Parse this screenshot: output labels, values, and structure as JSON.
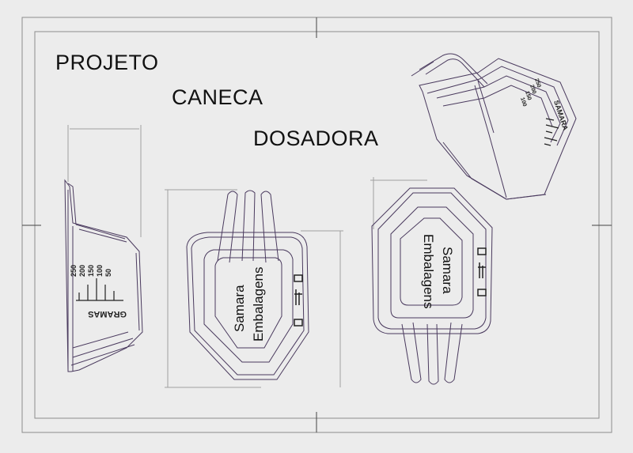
{
  "title": {
    "line1": "PROJETO",
    "line2": "CANECA",
    "line3": "DOSADORA"
  },
  "brand": {
    "line1": "Samara",
    "line2": "Embalagens",
    "cup_side_text": "SAMARA"
  },
  "scale": {
    "unit": "GRAMAS",
    "marks": [
      "250",
      "200",
      "150",
      "100",
      "50"
    ]
  },
  "colors": {
    "background": "#ececec",
    "frame": "#8c8c8c",
    "dimension": "#a0a0a0",
    "outline": "#4a3a5e",
    "text": "#111111"
  }
}
